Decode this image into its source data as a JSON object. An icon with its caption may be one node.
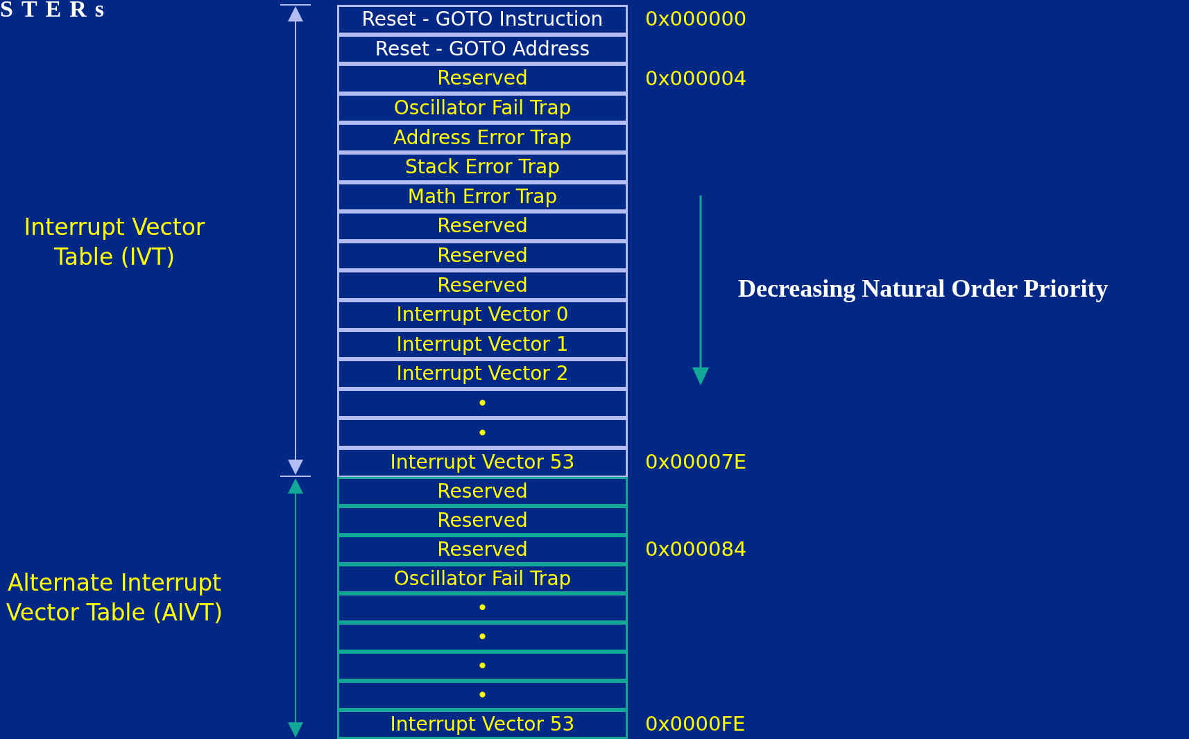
{
  "diagram": {
    "nodes": [
      {
        "text": [
          "Reset - GOTO Instruction"
        ],
        "beside": [
          "0x000000"
        ]
      },
      {
        "text": [
          "Reset - GOTO Address"
        ]
      },
      {
        "text": [
          "Reserved"
        ],
        "beside": [
          "0x000004"
        ]
      },
      {
        "text": [
          "Oscillator Fail Trap"
        ]
      },
      {
        "text": [
          "Address Error Trap"
        ]
      },
      {
        "text": [
          "Stack Error Trap"
        ]
      },
      {
        "text": [
          "Math Error Trap"
        ]
      },
      {
        "text": [
          "Reserved"
        ]
      },
      {
        "text": [
          "Reserved"
        ]
      },
      {
        "text": [
          "Reserved"
        ]
      },
      {
        "text": [
          "Interrupt Vector 0"
        ]
      },
      {
        "text": [
          "Interrupt Vector 1"
        ]
      },
      {
        "text": [
          "Interrupt Vector 2"
        ]
      },
      {
        "text": [
          "•"
        ]
      },
      {
        "text": [
          "•"
        ]
      },
      {
        "text": [
          "Interrupt Vector 53"
        ],
        "beside": [
          "0x00007E"
        ]
      },
      {
        "text": [
          "Reserved"
        ]
      },
      {
        "text": [
          "Reserved"
        ]
      },
      {
        "text": [
          "Reserved"
        ],
        "beside": [
          "0x000084"
        ]
      },
      {
        "text": [
          "Oscillator Fail Trap"
        ]
      },
      {
        "text": [
          "•"
        ]
      },
      {
        "text": [
          "•"
        ]
      },
      {
        "text": [
          "•"
        ]
      },
      {
        "text": [
          "•"
        ]
      },
      {
        "text": [
          "Interrupt Vector 53"
        ],
        "beside": [
          "0x0000FE"
        ]
      }
    ],
    "labels": [
      "STERs",
      "Interrupt Vector Table (IVT)",
      "Alternate Interrupt Vector Table (AIVT)",
      "Decreasing Natural Order Priority"
    ]
  }
}
